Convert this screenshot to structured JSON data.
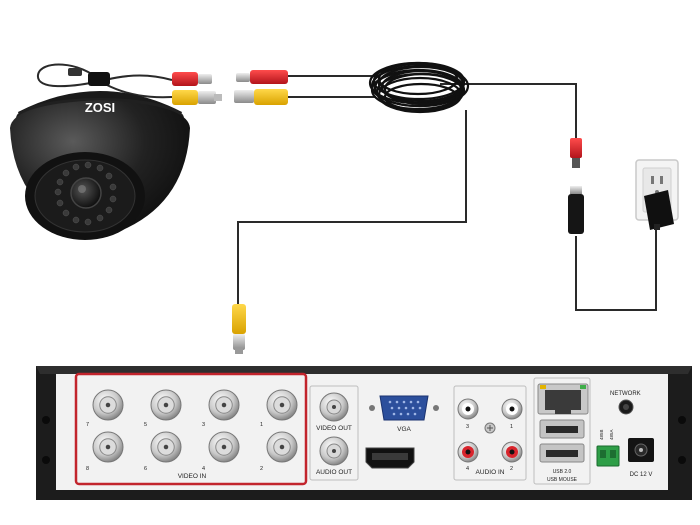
{
  "camera": {
    "brand": "ZOSI"
  },
  "dvr": {
    "video_in": {
      "title": "VIDEO IN",
      "top_labels": [
        "7",
        "5",
        "3",
        "1"
      ],
      "bottom_labels": [
        "8",
        "6",
        "4",
        "2"
      ]
    },
    "video_out_label": "VIDEO OUT",
    "audio_out_label": "AUDIO OUT",
    "vga_label": "VGA",
    "audio_in": {
      "title": "AUDIO IN",
      "top_labels": [
        "3",
        "1"
      ],
      "bottom_labels": [
        "4",
        "2"
      ]
    },
    "network_label": "NETWORK",
    "usb_label_1": "USB 2.0",
    "usb_label_2": "USB MOUSE",
    "rs485_labels": [
      "485B",
      "485A"
    ],
    "power_label": "DC 12 V",
    "highlight_color": "#c2242c"
  },
  "colors": {
    "cable": "#2a2a2a",
    "rca_red": "#d8242c",
    "rca_yellow": "#f2c11a",
    "dvr_body": "#1c1c1c",
    "dvr_panel": "#f2f2f2"
  }
}
